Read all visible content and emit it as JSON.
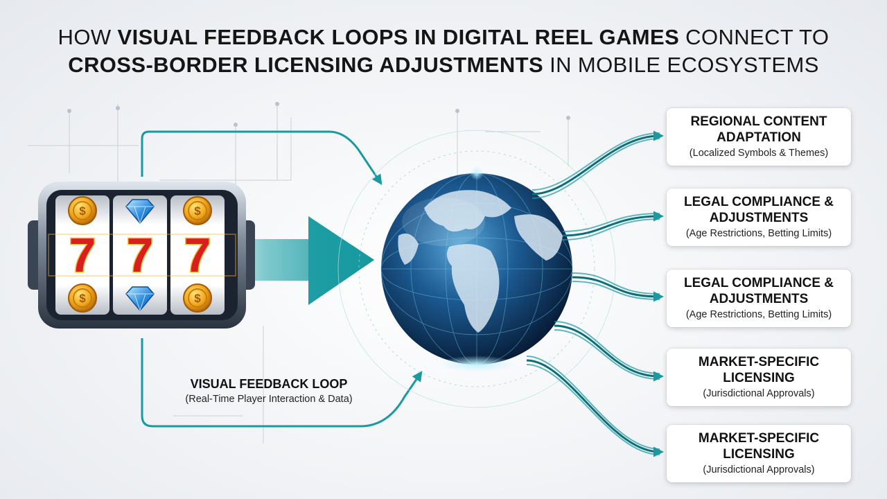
{
  "title": {
    "line1_plain_a": "HOW ",
    "line1_bold": "VISUAL FEEDBACK LOOPS IN DIGITAL REEL GAMES",
    "line1_plain_b": " CONNECT TO",
    "line2_bold": "CROSS-BORDER LICENSING ADJUSTMENTS",
    "line2_plain": " IN MOBILE ECOSYSTEMS"
  },
  "slot": {
    "reels": [
      {
        "top": "coin",
        "middle": "7",
        "bottom": "coin"
      },
      {
        "top": "diamond",
        "middle": "7",
        "bottom": "diamond"
      },
      {
        "top": "coin",
        "middle": "7",
        "bottom": "coin"
      }
    ]
  },
  "loop": {
    "heading": "VISUAL FEEDBACK LOOP",
    "sub": "(Real-Time Player Interaction & Data)"
  },
  "outcomes": [
    {
      "heading": "REGIONAL CONTENT ADAPTATION",
      "sub": "(Localized Symbols & Themes)"
    },
    {
      "heading": "LEGAL COMPLIANCE & ADJUSTMENTS",
      "sub": "(Age Restrictions, Betting Limits)"
    },
    {
      "heading": "LEGAL COMPLIANCE & ADJUSTMENTS",
      "sub": "(Age Restrictions, Betting Limits)"
    },
    {
      "heading": "MARKET-SPECIFIC LICENSING",
      "sub": "(Jurisdictional Approvals)"
    },
    {
      "heading": "MARKET-SPECIFIC LICENSING",
      "sub": "(Jurisdictional Approvals)"
    }
  ],
  "colors": {
    "teal": "#1a9aa0",
    "teal_dark": "#0c6e78",
    "globe_dark": "#0a2748",
    "globe_light": "#2a7fb8",
    "seven_red": "#d81e1e",
    "coin_gold": "#f2a81d"
  },
  "icons": [
    "slot-machine-icon",
    "globe-icon",
    "coin-icon",
    "diamond-icon",
    "seven-icon"
  ]
}
